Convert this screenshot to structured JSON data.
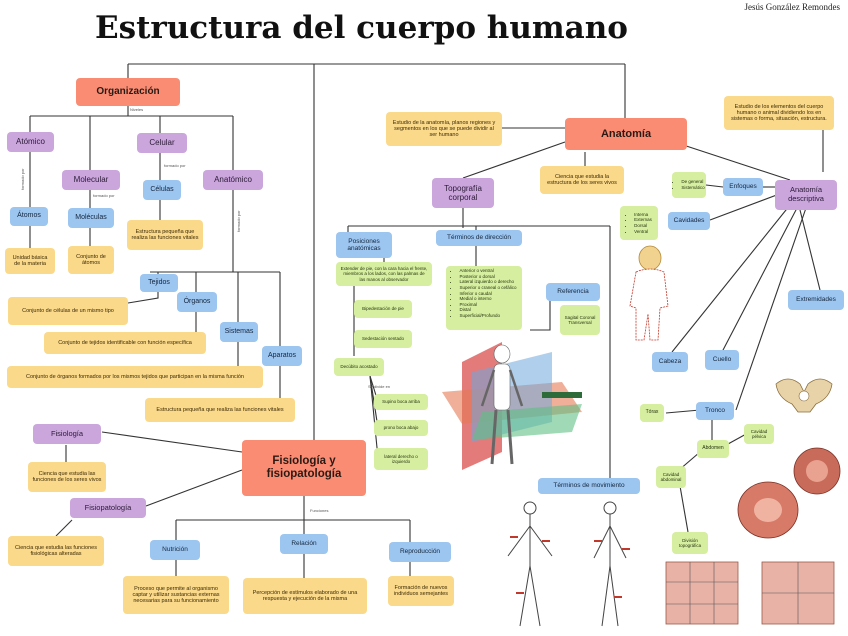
{
  "title": "Estructura del cuerpo humano",
  "author": "Jesús González Remondes",
  "notes": {
    "niveles": "Niveles",
    "formado_por": "formado por",
    "son": "son",
    "es": "es",
    "funciones": "Funciones",
    "se_divide_en": "Se divide en"
  },
  "nodes": {
    "organizacion": "Organización",
    "atomico": "Atómico",
    "molecular": "Molecular",
    "celular": "Celular",
    "anatomico": "Anatómico",
    "atomos": "Átomos",
    "atomos_def": "Unidad básica de la materia",
    "moleculas": "Moléculas",
    "moleculas_def": "Conjunto de átomos",
    "celulas": "Células",
    "celulas_def": "Estructura pequeña que realiza las funciones vitales",
    "tejidos": "Tejidos",
    "tejidos_def": "Conjunto de células de un mismo tipo",
    "organos": "Órganos",
    "organos_def": "Conjunto de tejidos identificable con función específica",
    "sistemas": "Sistemas",
    "sistemas_def": "Conjunto de órganos formados por los mismos tejidos que participan en la misma función",
    "aparatos": "Aparatos",
    "aparatos_def": "Estructura pequeña que realiza las funciones vitales",
    "anatomia": "Anatomía",
    "anatomia_def": "Ciencia que estudia la estructura de los seres vivos",
    "topografia": "Topografía corporal",
    "topografia_def": "Estudio de la anatomía, planos regiones y segmentos en los que se puede dividir al ser humano",
    "anat_descriptiva": "Anatomía descriptiva",
    "anat_descriptiva_def": "Estudio de los elementos del cuerpo humano o animal dividiendo los en sistemas o forma, situación, estructura.",
    "enfoques": "Enfoques",
    "enfoques_items": [
      "De general",
      "Sistemático"
    ],
    "cavidades": "Cavidades",
    "cavidades_items": [
      "Interna",
      "Externas",
      "Dorsal",
      "Ventral"
    ],
    "extremidades": "Extremidades",
    "cabeza": "Cabeza",
    "cuello": "Cuello",
    "tronco": "Tronco",
    "torax": "Tórax",
    "abdomen": "Abdomen",
    "cavidad_pelvica": "Cavidad pélvica",
    "cavidad_abdominal": "Cavidad abdominal",
    "division_topografica": "División topográfica",
    "posiciones": "Posiciones anatómicas",
    "posiciones_def": "Extender de pie, con la cara hacia el frente, miembros a los lados, con las palmas de las manos al observador",
    "bipedestacion": "Bipedestación de pie",
    "sedestacion": "Sedestación sentado",
    "decubito": "Decúbito acostado",
    "decubito_label": "Se divide en",
    "supino": "Supino boca arriba",
    "prono": "prono boca abajo",
    "lateral": "lateral derecho o izquierdo",
    "terminos_direccion": "Términos de dirección",
    "direcciones": [
      "Anterior o ventral",
      "Posterior o dorsal",
      "Lateral izquierdo o derecho",
      "Superior o craneal o cefálico",
      "Inferior o caudal",
      "Medial o interno",
      "Proximal",
      "Distal",
      "Superficial/Profundo"
    ],
    "referencia": "Referencia",
    "referencia_def": "Sagital Coronal Transversal",
    "terminos_movimiento": "Términos de movimiento",
    "fisiologia_y": "Fisiología y fisiopatología",
    "fisiologia": "Fisiología",
    "fisiologia_def": "Ciencia que estudia las funciones de los seres vivos",
    "fisiopatologia": "Fisiopatología",
    "fisiopatologia_def": "Ciencia que estudia las funciones fisiológicas alteradas",
    "nutricion": "Nutrición",
    "nutricion_def": "Proceso que permite al organismo captar y utilizar sustancias externas necesarias para su funcionamiento",
    "relacion": "Relación",
    "relacion_def": "Percepción de estímulos elaborado de una respuesta y ejecución de la misma",
    "reproduccion": "Reproducción",
    "reproduccion_def": "Formación de nuevos individuos semejantes"
  },
  "colors": {
    "main": "#fa8c73",
    "level": "#caa6dd",
    "concept": "#9cc5f0",
    "definition": "#fbd98a",
    "detail": "#d6ee9f",
    "line": "#333333"
  }
}
